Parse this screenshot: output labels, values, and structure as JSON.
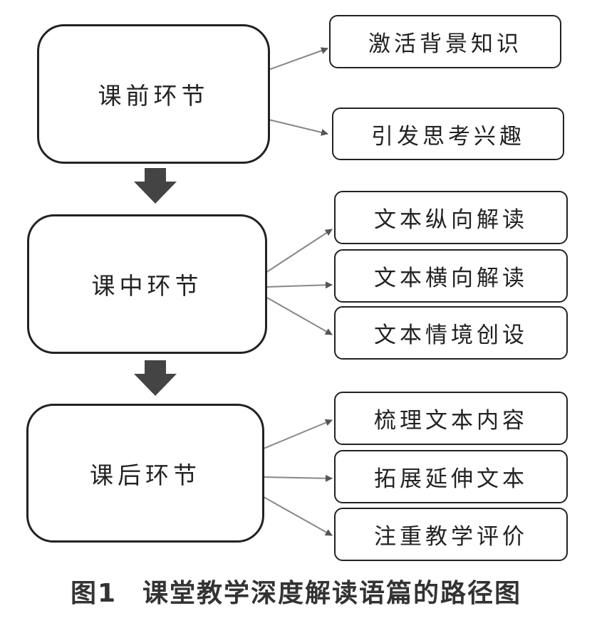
{
  "stages": [
    {
      "label": "课前环节",
      "items": [
        "激活背景知识",
        "引发思考兴趣"
      ]
    },
    {
      "label": "课中环节",
      "items": [
        "文本纵向解读",
        "文本横向解读",
        "文本情境创设"
      ]
    },
    {
      "label": "课后环节",
      "items": [
        "梳理文本内容",
        "拓展延伸文本",
        "注重教学评价"
      ]
    }
  ],
  "caption": {
    "number": "图1",
    "title": "课堂教学深度解读语篇的路径图"
  },
  "colors": {
    "line": "#888888",
    "border": "#222222",
    "down_arrow": "#444444"
  }
}
